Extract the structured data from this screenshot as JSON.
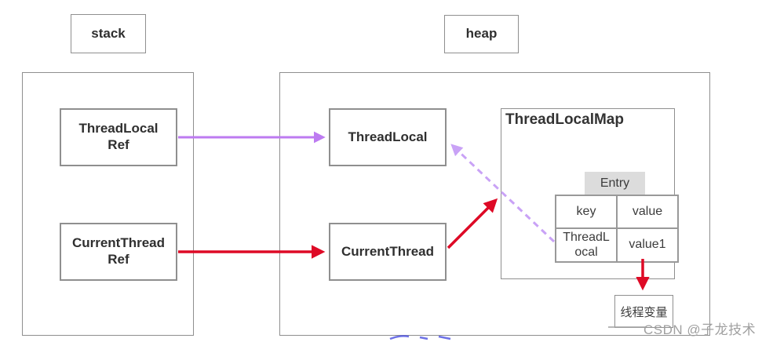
{
  "colors": {
    "box_border": "#8f8f8f",
    "arrow_red": "#de0a26",
    "arrow_purple_solid": "#bd7bf1",
    "arrow_purple_dashed": "#c9a2f6",
    "entry_bg": "#dcdcdc",
    "watermark_gray": "#a0a0a0",
    "artifact_blue": "#4a4fe0"
  },
  "region_labels": {
    "stack": "stack",
    "heap": "heap"
  },
  "stack_region": {
    "thread_local_ref_label": "ThreadLocal\nRef",
    "current_thread_ref_label": "CurrentThread\nRef"
  },
  "heap_region": {
    "thread_local_label": "ThreadLocal",
    "current_thread_label": "CurrentThread",
    "thread_local_map": {
      "title": "ThreadLocalMap",
      "entry_label": "Entry",
      "table": {
        "headers": [
          "key",
          "value"
        ],
        "rows": [
          {
            "key": "ThreadL\nocal",
            "value": "value1"
          }
        ]
      }
    },
    "thread_variable_label": "线程变量"
  },
  "arrows": [
    {
      "from": "ThreadLocalRef",
      "to": "ThreadLocal",
      "color": "purple",
      "style": "solid"
    },
    {
      "from": "CurrentThreadRef",
      "to": "CurrentThread",
      "color": "red",
      "style": "solid"
    },
    {
      "from": "CurrentThread",
      "to": "ThreadLocalMap",
      "color": "red",
      "style": "solid"
    },
    {
      "from": "ThreadLocalMap.entry.key",
      "to": "ThreadLocal",
      "color": "purple",
      "style": "dashed"
    },
    {
      "from": "ThreadLocalMap.entry.value1",
      "to": "thread_variable",
      "color": "red",
      "style": "solid"
    }
  ],
  "watermark": "CSDN @子龙技术"
}
